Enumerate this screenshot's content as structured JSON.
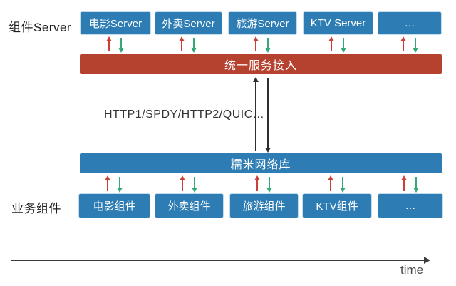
{
  "labels": {
    "top_left": "组件Server",
    "bottom_left": "业务组件",
    "protocol": "HTTP1/SPDY/HTTP2/QUIC…",
    "time_axis": "time"
  },
  "bars": {
    "service_gateway": "统一服务接入",
    "network_lib": "糯米网络库"
  },
  "top_boxes": [
    "电影Server",
    "外卖Server",
    "旅游Server",
    "KTV Server",
    "…"
  ],
  "bottom_boxes": [
    "电影组件",
    "外卖组件",
    "旅游组件",
    "KTV组件",
    "…"
  ],
  "colors": {
    "box_blue": "#2d7cb3",
    "bar_red": "#b5412f",
    "arrow_red": "#cc4136",
    "arrow_green": "#36a877",
    "arrow_black": "#2f2f2f"
  }
}
